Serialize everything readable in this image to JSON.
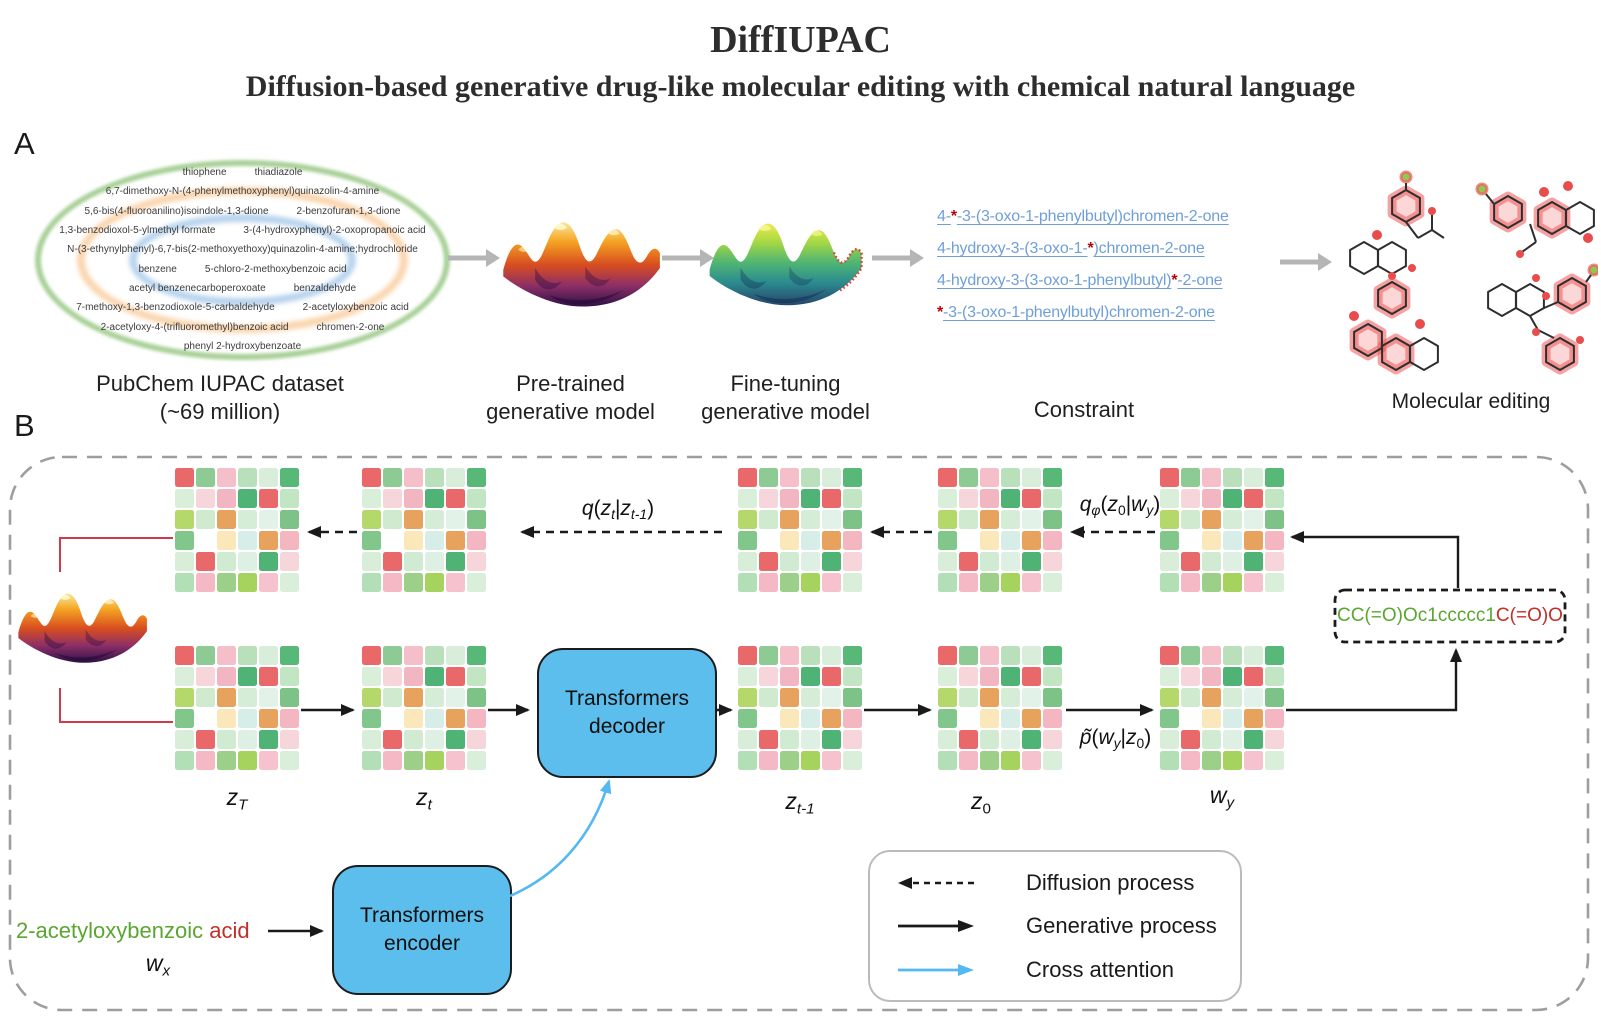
{
  "header": {
    "title": "DiffIUPAC",
    "subtitle": "Diffusion-based generative drug-like molecular editing with chemical natural language"
  },
  "panel_a": {
    "label": "A",
    "dataset": {
      "lines": [
        [
          "thiophene",
          "thiadiazole"
        ],
        [
          "6,7-dimethoxy-N-(4-phenylmethoxyphenyl)quinazolin-4-amine"
        ],
        [
          "5,6-bis(4-fluoroanilino)isoindole-1,3-dione",
          "2-benzofuran-1,3-dione"
        ],
        [
          "1,3-benzodioxol-5-ylmethyl formate",
          "3-(4-hydroxyphenyl)-2-oxopropanoic acid"
        ],
        [
          "N-(3-ethynylphenyl)-6,7-bis(2-methoxyethoxy)quinazolin-4-amine;hydrochloride"
        ],
        [
          "benzene",
          "5-chloro-2-methoxybenzoic acid"
        ],
        [
          "acetyl benzenecarboperoxoate",
          "benzaldehyde"
        ],
        [
          "7-methoxy-1,3-benzodioxole-5-carbaldehyde",
          "2-acetyloxybenzoic acid"
        ],
        [
          "2-acetyloxy-4-(trifluoromethyl)benzoic acid",
          "chromen-2-one"
        ],
        [
          "phenyl 2-hydroxybenzoate"
        ]
      ],
      "caption": [
        "PubChem IUPAC dataset",
        "(~69 million)"
      ]
    },
    "pretrained_caption": [
      "Pre-trained",
      "generative model"
    ],
    "finetuning_caption": [
      "Fine-tuning",
      "generative model"
    ],
    "constraint": {
      "caption": "Constraint",
      "lines": [
        [
          {
            "t": "4-",
            "s": "link"
          },
          {
            "t": "*",
            "s": "star"
          },
          {
            "t": "-3-(3-oxo-1-phenylbutyl)chromen-2-one",
            "s": "link"
          }
        ],
        [
          {
            "t": "4-hydroxy-3-(3-oxo-1-",
            "s": "link"
          },
          {
            "t": "*",
            "s": "star"
          },
          {
            "t": ")chromen-2-one",
            "s": "link"
          }
        ],
        [
          {
            "t": "4-hydroxy-3-(3-oxo-1-phenylbutyl)",
            "s": "link"
          },
          {
            "t": "*",
            "s": "star"
          },
          {
            "t": "-2-one",
            "s": "link"
          }
        ],
        [
          {
            "t": "*",
            "s": "star"
          },
          {
            "t": "-3-(3-oxo-1-phenylbutyl)chromen-2-one",
            "s": "link"
          }
        ]
      ]
    },
    "editing_caption": "Molecular editing"
  },
  "panel_b": {
    "label": "B",
    "math": {
      "q_step": [
        {
          "t": "q",
          "s": "i"
        },
        {
          "t": "(",
          "s": ""
        },
        {
          "t": "z",
          "s": "i"
        },
        {
          "t": "t",
          "s": "i sub"
        },
        {
          "t": "|",
          "s": ""
        },
        {
          "t": "z",
          "s": "i"
        },
        {
          "t": "t-1",
          "s": "i sub"
        },
        {
          "t": ")",
          "s": ""
        }
      ],
      "q_phi": [
        {
          "t": "q",
          "s": "i"
        },
        {
          "t": "φ",
          "s": "i sub"
        },
        {
          "t": "(",
          "s": ""
        },
        {
          "t": "z",
          "s": "i"
        },
        {
          "t": "0",
          "s": "sub"
        },
        {
          "t": "|",
          "s": ""
        },
        {
          "t": "w",
          "s": "i"
        },
        {
          "t": "y",
          "s": "i sub"
        },
        {
          "t": ")",
          "s": ""
        }
      ],
      "p_tilde": [
        {
          "t": "p̃",
          "s": "i"
        },
        {
          "t": "(",
          "s": ""
        },
        {
          "t": "w",
          "s": "i"
        },
        {
          "t": "y",
          "s": "i sub"
        },
        {
          "t": "|",
          "s": ""
        },
        {
          "t": "z",
          "s": "i"
        },
        {
          "t": "0",
          "s": "sub"
        },
        {
          "t": ")",
          "s": ""
        }
      ]
    },
    "matrix_labels": {
      "zT": [
        {
          "t": "z",
          "s": "i"
        },
        {
          "t": "T",
          "s": "i sub"
        }
      ],
      "zt": [
        {
          "t": "z",
          "s": "i"
        },
        {
          "t": "t",
          "s": "i sub"
        }
      ],
      "zt1": [
        {
          "t": "z",
          "s": "i"
        },
        {
          "t": "t-1",
          "s": "i sub"
        }
      ],
      "z0": [
        {
          "t": "z",
          "s": "i"
        },
        {
          "t": "0",
          "s": "sub"
        }
      ],
      "wy": [
        {
          "t": "w",
          "s": "i"
        },
        {
          "t": "y",
          "s": "i sub"
        }
      ],
      "wx": [
        {
          "t": "w",
          "s": "i"
        },
        {
          "t": "x",
          "s": "i sub"
        }
      ]
    },
    "decoder": [
      "Transformers",
      "decoder"
    ],
    "encoder": [
      "Transformers",
      "encoder"
    ],
    "input_text": [
      {
        "t": "2-acetyloxybenzoic",
        "s": "g"
      },
      {
        "t": " ",
        "s": ""
      },
      {
        "t": "acid",
        "s": "r"
      }
    ],
    "smiles": [
      {
        "t": "CC(=O)Oc1ccccc1",
        "s": "g"
      },
      {
        "t": "C(=O)O",
        "s": "r"
      }
    ],
    "legend": {
      "items": [
        {
          "label": "Diffusion process",
          "kind": "dashed-black-left-arrow"
        },
        {
          "label": "Generative process",
          "kind": "solid-black-right-arrow"
        },
        {
          "label": "Cross attention",
          "kind": "solid-blue-right-arrow"
        }
      ]
    },
    "matrix": {
      "grid": [
        [
          "#e9696b",
          "#8ecb94",
          "#f5bfca",
          "#b9e0bb",
          "#d9eeda",
          "#57b877"
        ],
        [
          "#d9efda",
          "#f6d6db",
          "#f2b6c2",
          "#4eb375",
          "#e9696b",
          "#c2e5c4"
        ],
        [
          "#b4d869",
          "#cfeacf",
          "#e7a35d",
          "#d5edd7",
          "#e2f2e8",
          "#7dc387"
        ],
        [
          "#81c68b",
          "#ffffff",
          "#fbe8ba",
          "#d7ede8",
          "#e7a35d",
          "#f4b7c2"
        ],
        [
          "#d8eed9",
          "#e9696b",
          "#d1ebd3",
          "#def0e3",
          "#4eb375",
          "#f6d6db"
        ],
        [
          "#b2dfb6",
          "#f4b9c5",
          "#9cd088",
          "#a5d35e",
          "#f5c2cd",
          "#d9efda"
        ]
      ]
    }
  },
  "colors": {
    "box_blue": "#5cbeec",
    "link_blue": "#6f9fd8",
    "star_red": "#c00000",
    "green_text": "#5aa630",
    "red_text": "#c03028",
    "smiles_green": "#5bb33c",
    "smiles_red": "#cc2f23",
    "legend_blue": "#54b9f0",
    "bracket_red": "#cf3b4c",
    "arrow_gray": "#b5b5b5"
  }
}
